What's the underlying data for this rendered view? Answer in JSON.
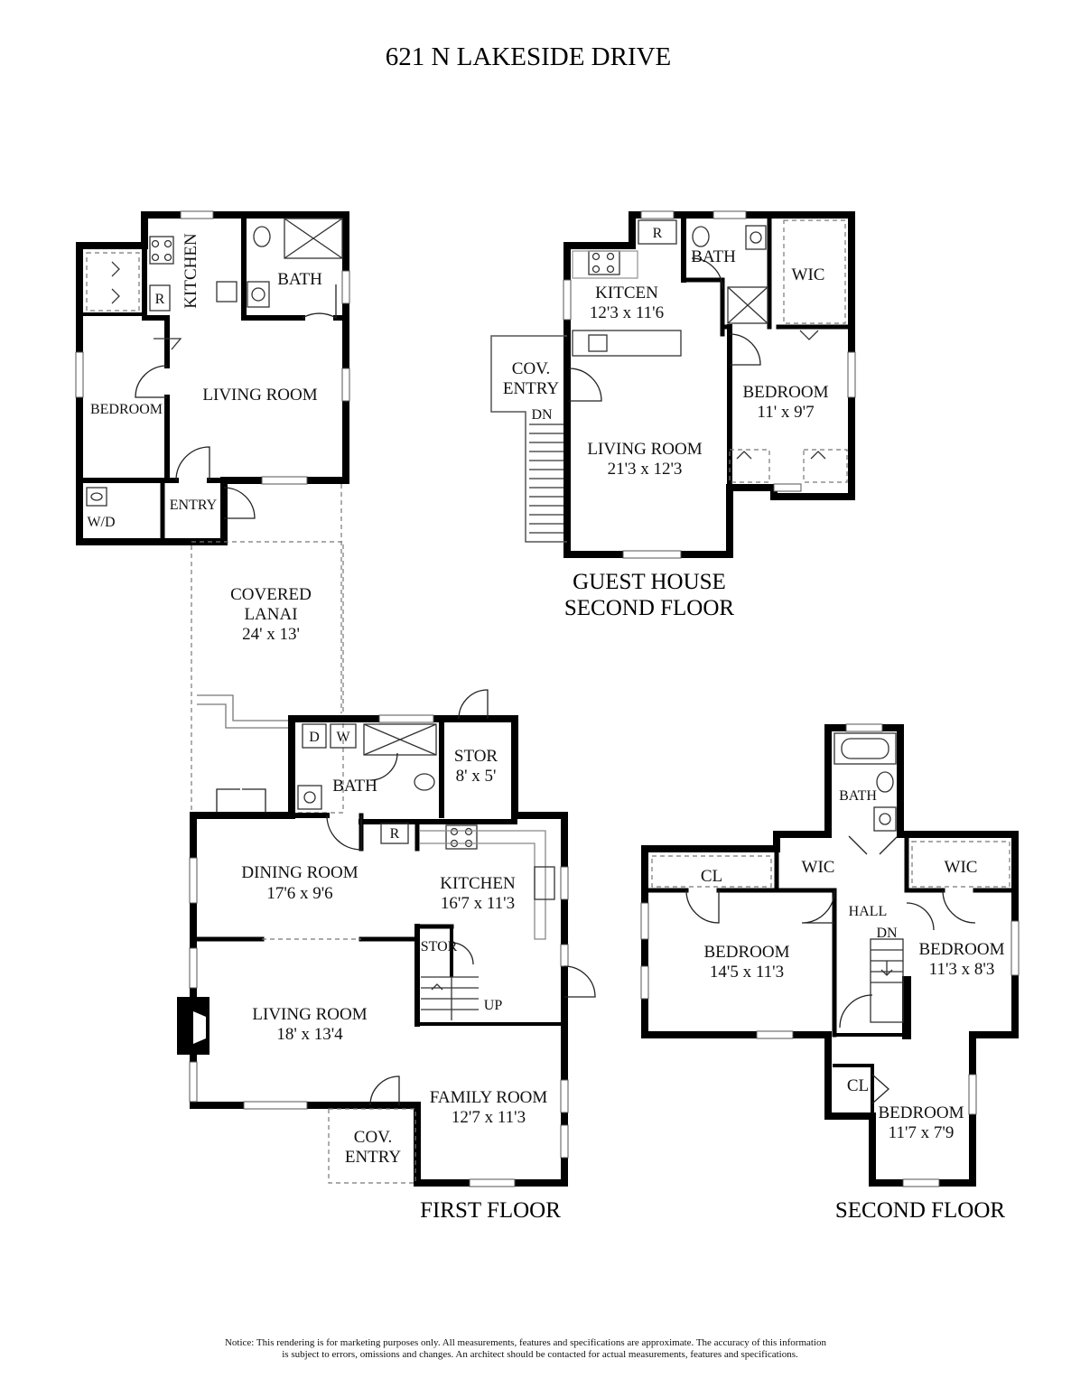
{
  "title": "621 N LAKESIDE DRIVE",
  "floors": {
    "guest_first": {
      "rooms": {
        "kitchen": "KITCHEN",
        "bath": "BATH",
        "bedroom": "BEDROOM",
        "living": "LIVING ROOM",
        "entry": "ENTRY",
        "wd": "W/D",
        "fridge": "R"
      }
    },
    "lanai": {
      "name_1": "COVERED",
      "name_2": "LANAI",
      "dims": "24' x 13'"
    },
    "guest_second": {
      "label_1": "GUEST HOUSE",
      "label_2": "SECOND FLOOR",
      "rooms": {
        "kitchen": "KITCEN",
        "kitchen_dims": "12'3 x 11'6",
        "bath": "BATH",
        "wic": "WIC",
        "bedroom": "BEDROOM",
        "bedroom_dims": "11' x 9'7",
        "living": "LIVING ROOM",
        "living_dims": "21'3 x 12'3",
        "cov_1": "COV.",
        "cov_2": "ENTRY",
        "dn": "DN",
        "fridge": "R"
      }
    },
    "first": {
      "label": "FIRST FLOOR",
      "rooms": {
        "d": "D",
        "w": "W",
        "bath": "BATH",
        "stor": "STOR",
        "stor_dims": "8' x 5'",
        "dining": "DINING ROOM",
        "dining_dims": "17'6 x 9'6",
        "kitchen": "KITCHEN",
        "kitchen_dims": "16'7 x 11'3",
        "fridge": "R",
        "stor2": "STOR",
        "up": "UP",
        "living": "LIVING ROOM",
        "living_dims": "18' x 13'4",
        "family": "FAMILY ROOM",
        "family_dims": "12'7 x 11'3",
        "cov_1": "COV.",
        "cov_2": "ENTRY"
      }
    },
    "second": {
      "label": "SECOND FLOOR",
      "rooms": {
        "bath": "BATH",
        "wic_left": "WIC",
        "wic_right": "WIC",
        "cl": "CL",
        "hall": "HALL",
        "dn": "DN",
        "bedroom1": "BEDROOM",
        "bedroom1_dims": "14'5 x 11'3",
        "bedroom2": "BEDROOM",
        "bedroom2_dims": "11'3 x 8'3",
        "cl2": "CL",
        "bedroom3": "BEDROOM",
        "bedroom3_dims": "11'7 x 7'9"
      }
    }
  },
  "notice_1": "Notice: This rendering is for marketing purposes only. All measurements, features and specifications are approximate. The accuracy of this information",
  "notice_2": "is subject to errors, omissions and changes. An architect should be contacted for actual measurements, features and specifications."
}
